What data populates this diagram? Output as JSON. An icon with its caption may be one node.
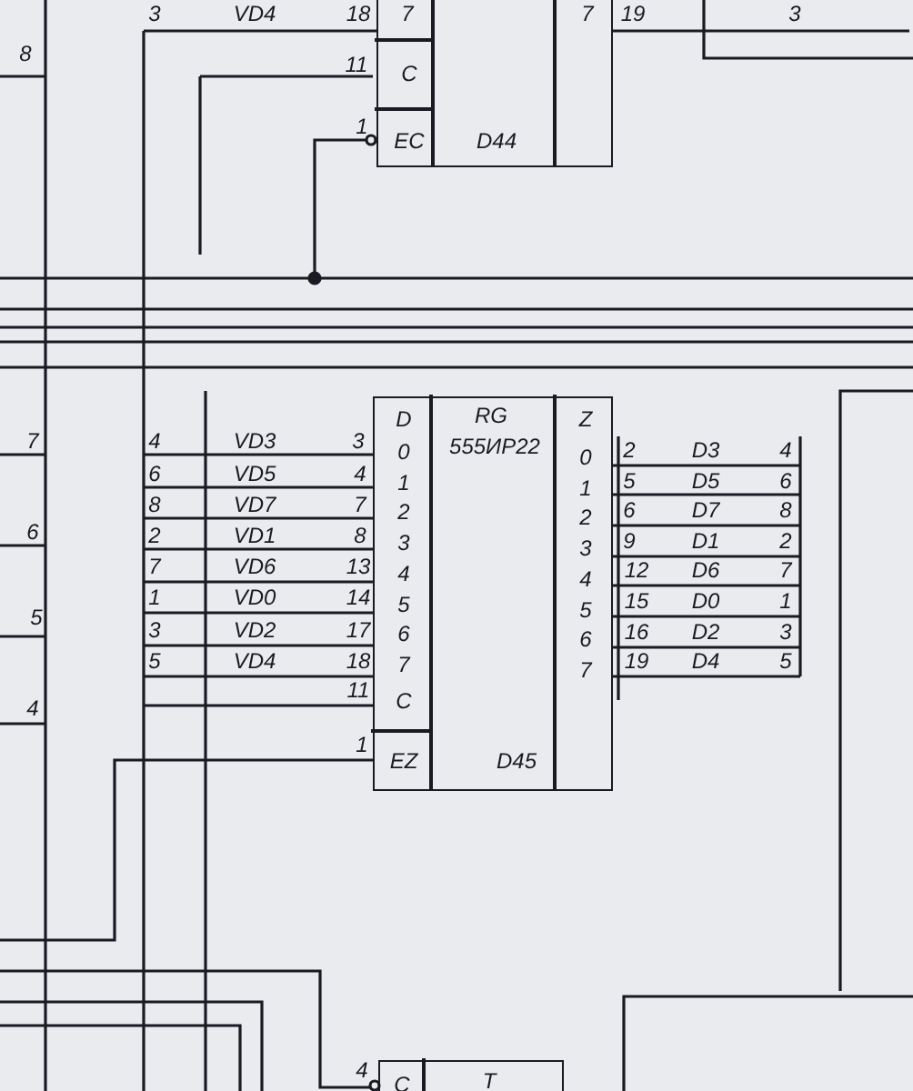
{
  "diagram": {
    "nodes": [
      {
        "text": [
          "7",
          "C",
          "EC",
          "D44",
          "7"
        ]
      },
      {
        "text": [
          "D",
          "0",
          "1",
          "2",
          "3",
          "4",
          "5",
          "6",
          "7",
          "C",
          "EZ",
          "RG",
          "555ИР22",
          "D45",
          "Z",
          "0",
          "1",
          "2",
          "3",
          "4",
          "5",
          "6",
          "7"
        ]
      },
      {
        "text": [
          "C",
          "T"
        ]
      }
    ],
    "labels": [
      "3",
      "VD4",
      "18",
      "19",
      "3",
      "8",
      "11",
      "1",
      "7",
      "4",
      "VD3",
      "3",
      "2",
      "D3",
      "4",
      "6",
      "VD5",
      "4",
      "5",
      "D5",
      "6",
      "8",
      "VD7",
      "7",
      "6",
      "D7",
      "8",
      "6",
      "2",
      "VD1",
      "8",
      "9",
      "D1",
      "2",
      "7",
      "VD6",
      "13",
      "12",
      "D6",
      "7",
      "1",
      "VD0",
      "14",
      "15",
      "D0",
      "1",
      "5",
      "3",
      "VD2",
      "17",
      "16",
      "D2",
      "3",
      "5",
      "VD4",
      "18",
      "19",
      "D4",
      "5",
      "11",
      "4",
      "1",
      "4"
    ]
  }
}
